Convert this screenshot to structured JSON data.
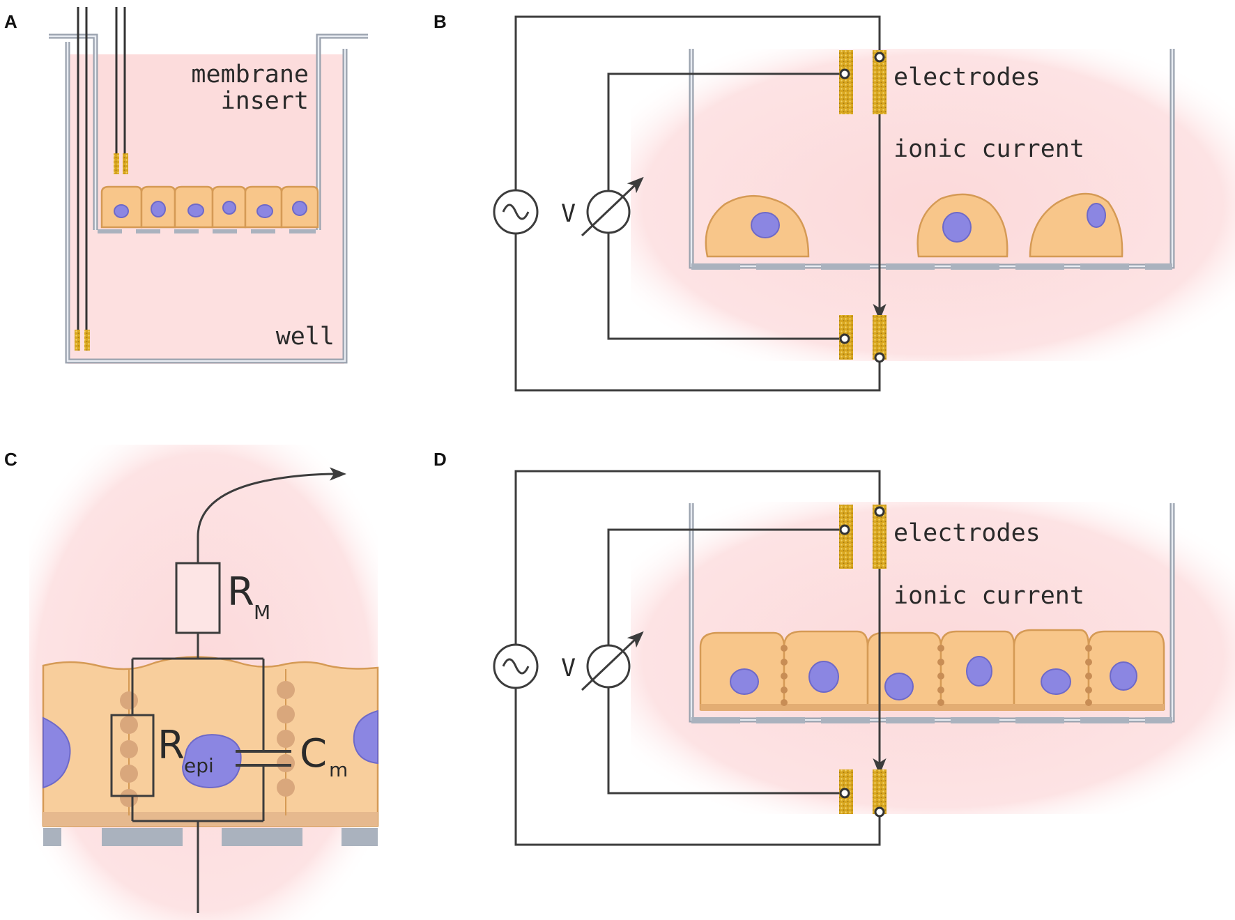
{
  "panels": {
    "a": {
      "letter": "A",
      "membrane_label_line1": "membrane",
      "membrane_label_line2": "insert",
      "well_label": "well"
    },
    "b": {
      "letter": "B",
      "electrodes_label": "electrodes",
      "current_label": "ionic current",
      "voltmeter_label": "V"
    },
    "c": {
      "letter": "C",
      "rm_label": "R",
      "rm_sub": "M",
      "repi_label": "R",
      "repi_sub": "epi",
      "cm_label": "C",
      "cm_sub": "m"
    },
    "d": {
      "letter": "D",
      "electrodes_label": "electrodes",
      "current_label": "ionic current",
      "voltmeter_label": "V"
    }
  },
  "colors": {
    "medium": "#fde0e0",
    "cell_fill": "#f8c68a",
    "nucleus": "#8b86e2",
    "wire": "#3c3c3c",
    "electrode": "#d9a720"
  },
  "icons": [
    "ac-source-icon",
    "voltmeter-icon",
    "electrode-icon",
    "resistor-icon",
    "capacitor-icon"
  ]
}
